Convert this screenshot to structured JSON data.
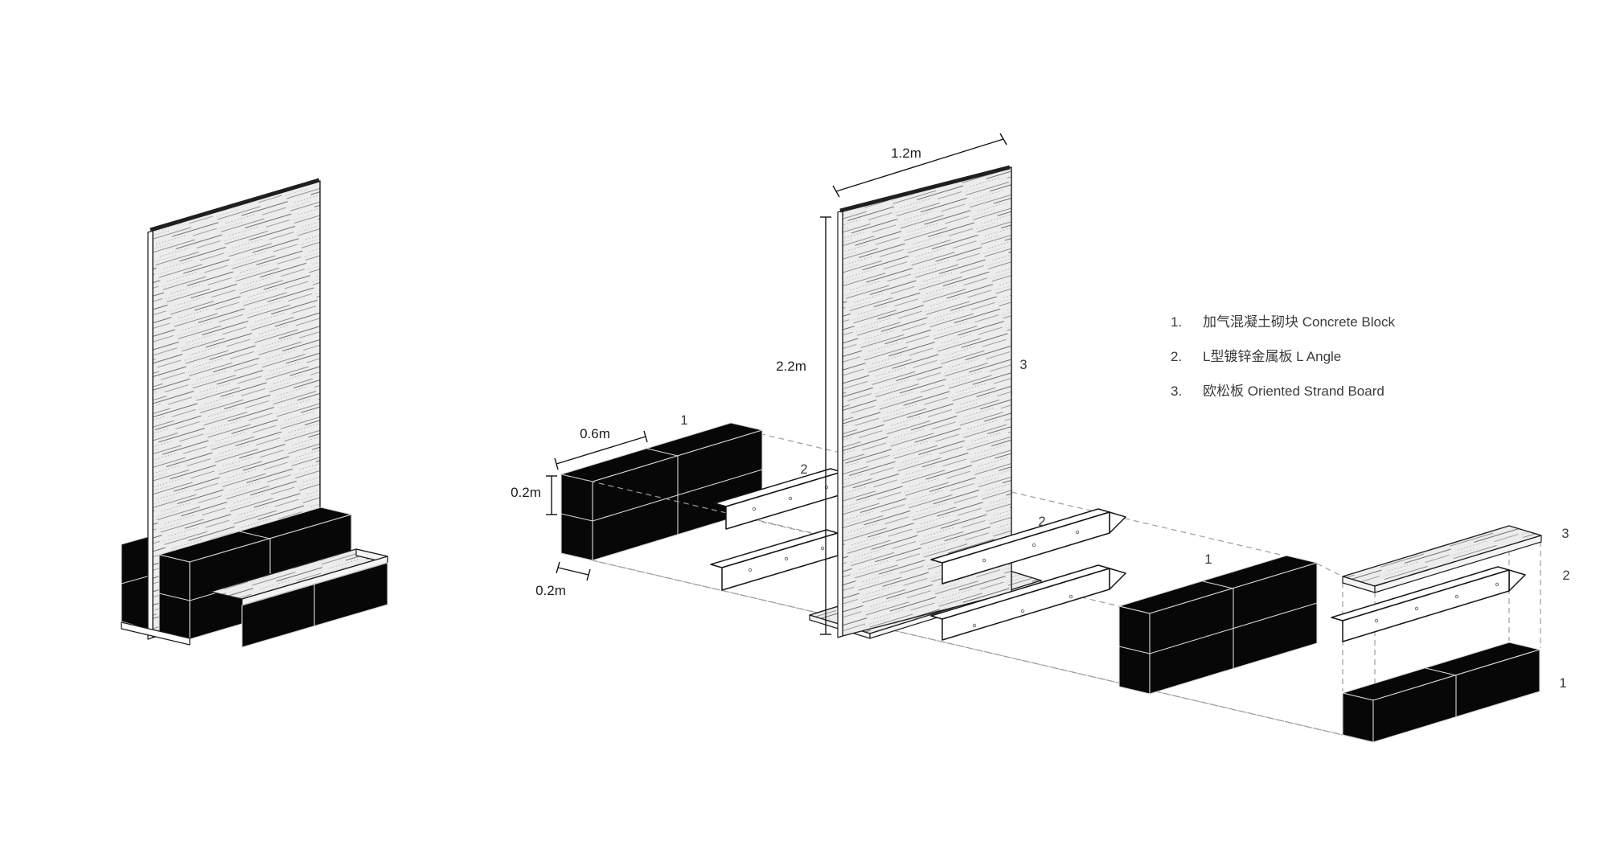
{
  "figure": {
    "dims": {
      "wall_width": "1.2m",
      "wall_height": "2.2m",
      "block_length": "0.6m",
      "block_height": "0.2m",
      "block_depth": "0.2m"
    },
    "markers": {
      "left_block": "1",
      "left_angle": "2",
      "wall_board": "3",
      "right_angle": "2",
      "right_block": "1",
      "stack_board": "3",
      "stack_angle": "2",
      "stack_block": "1"
    }
  },
  "legend": {
    "items": [
      {
        "num": "1.",
        "text": "加气混凝土砌块 Concrete Block"
      },
      {
        "num": "2.",
        "text": "L型镀锌金属板 L Angle"
      },
      {
        "num": "3.",
        "text": "欧松板 Oriented Strand Board"
      }
    ]
  },
  "colors": {
    "ink": "#1c1c1c",
    "block_fill": "#070707",
    "seam": "#d6d6d6",
    "dash": "#9c9c9c",
    "osb_bg": "#ececec",
    "text": "#3b3b3b"
  }
}
